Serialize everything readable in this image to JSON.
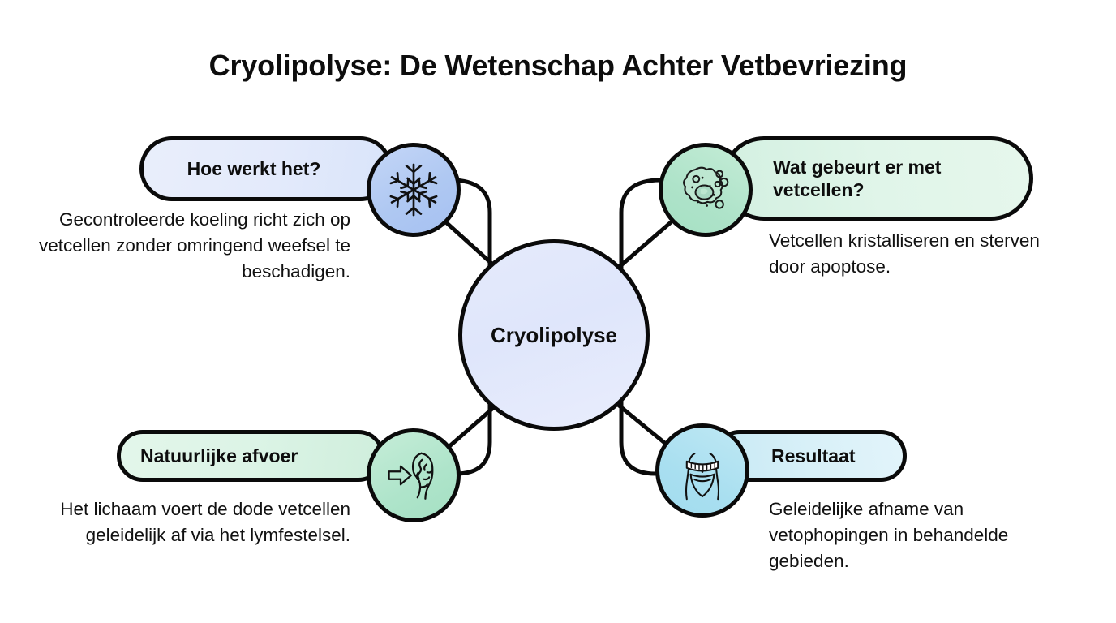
{
  "page": {
    "title": "Cryolipolyse: De Wetenschap Achter Vetbevriezing",
    "background_color": "#ffffff",
    "stroke_color": "#0a0a0a"
  },
  "center": {
    "label": "Cryolipolyse",
    "fill_color": "#e3e9fb"
  },
  "branches": [
    {
      "id": "how-it-works",
      "label": "Hoe werkt het?",
      "description": "Gecontroleerde koeling richt zich op vetcellen zonder omringend weefsel te beschadigen.",
      "icon": "snowflake-icon",
      "pill_color": "#e3eafb",
      "icon_color": "#afc8f2",
      "position": "top-left"
    },
    {
      "id": "fat-cells",
      "label": "Wat gebeurt er met vetcellen?",
      "description": "Vetcellen kristalliseren en sterven door apoptose.",
      "icon": "fat-cell-icon",
      "pill_color": "#e0f5e9",
      "icon_color": "#aee3c9",
      "position": "top-right"
    },
    {
      "id": "natural-removal",
      "label": "Natuurlijke afvoer",
      "description": "Het lichaam voert de dode vetcellen geleidelijk af via het lymfestelsel.",
      "icon": "lymph-organ-icon",
      "pill_color": "#dcf4e6",
      "icon_color": "#aee4ca",
      "position": "bottom-left"
    },
    {
      "id": "result",
      "label": "Resultaat",
      "description": "Geleidelijke afname van vetophopingen in behandelde gebieden.",
      "icon": "waist-measure-icon",
      "pill_color": "#d8f0f8",
      "icon_color": "#a9dff0",
      "position": "bottom-right"
    }
  ]
}
